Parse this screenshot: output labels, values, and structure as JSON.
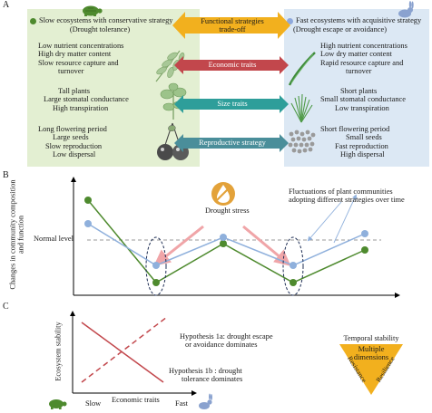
{
  "panel_a": {
    "letter": "A",
    "left": {
      "title": "Slow ecosystems with conservative strategy",
      "subtitle": "(Drought tolerance)",
      "group1": [
        "Low nutrient concentrations",
        "High dry matter content",
        "Slow resource capture and",
        "turnover"
      ],
      "group2": [
        "Tall plants",
        "Large stomatal conductance",
        "High transpiration"
      ],
      "group3": [
        "Long flowering period",
        "Large seeds",
        "Slow reproduction",
        "Low dispersal"
      ]
    },
    "right": {
      "title": "Fast ecosystems with acquisitive strategy",
      "subtitle": "(Drought escape or avoidance)",
      "group1": [
        "High nutrient concentrations",
        "Low dry matter content",
        "Rapid resource capture and",
        "turnover"
      ],
      "group2": [
        "Short plants",
        "Small stomatal conductance",
        "Low transpiration"
      ],
      "group3": [
        "Short flowering period",
        "Small seeds",
        "Fast reproduction",
        "High dispersal"
      ]
    },
    "arrows": {
      "tradeoff_line1": "Functional strategies",
      "tradeoff_line2": "trade-off",
      "economic": "Economic traits",
      "size": "Size traits",
      "reproductive": "Reproductive strategy"
    },
    "colors": {
      "slow": "#4e8a2e",
      "fast": "#8fa9dc",
      "tradeoff": "#f2b01e",
      "economic": "#c2474c",
      "size": "#2e9e9a",
      "reproductive": "#4a8e9a"
    }
  },
  "panel_b": {
    "letter": "B",
    "ylabel_line1": "Changes in community composition",
    "ylabel_line2": "and function",
    "normal_level": "Normal level",
    "drought_stress": "Drought stress",
    "fluct_line1": "Fluctuations of plant communities",
    "fluct_line2": "adopting different strategies over time"
  },
  "panel_c": {
    "letter": "C",
    "ylabel": "Ecosystem stability",
    "xlabel": "Economic traits",
    "slow": "Slow",
    "fast": "Fast",
    "hyp1a_line1": "Hypothesis 1a: drought escape",
    "hyp1a_line2": "or avoidance dominates",
    "hyp1b_line1": "Hypothesis 1b : drought",
    "hyp1b_line2": "tolerance dominates",
    "triangle_top": "Temporal stability",
    "triangle_mid1": "Multiple",
    "triangle_mid2": "dimensions",
    "triangle_left": "Resistance",
    "triangle_right": "Resilience"
  }
}
